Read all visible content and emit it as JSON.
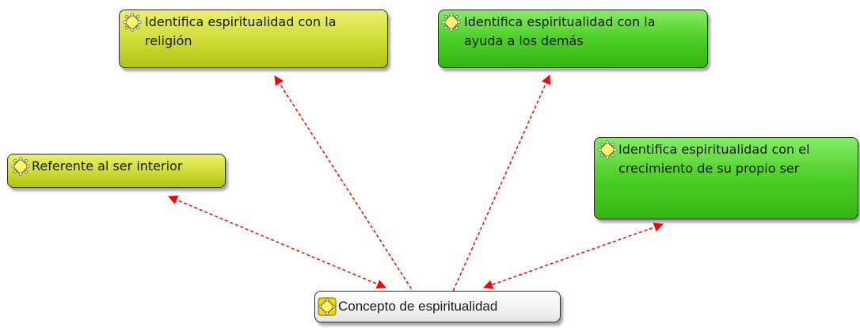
{
  "diagram": {
    "center": {
      "id": "concepto",
      "label": "Concepto de espiritualidad",
      "icon": "concept-icon"
    },
    "nodes": [
      {
        "id": "religion",
        "label": "Identifica espiritualidad con la\nreligión",
        "icon": "concept-icon",
        "fill": "#c9d92f"
      },
      {
        "id": "ayuda",
        "label": "Identifica espiritualidad con la\nayuda a los demás",
        "icon": "concept-icon",
        "fill": "#4ccc24"
      },
      {
        "id": "interior",
        "label": "Referente al ser interior",
        "icon": "concept-icon",
        "fill": "#c9d92f"
      },
      {
        "id": "crecim",
        "label": "Identifica espiritualidad con el\ncrecimiento de su propio ser",
        "icon": "concept-icon",
        "fill": "#4ccc24"
      }
    ],
    "link_color": "#ff0000",
    "link_style": "dashed, arrowheads at both ends"
  }
}
